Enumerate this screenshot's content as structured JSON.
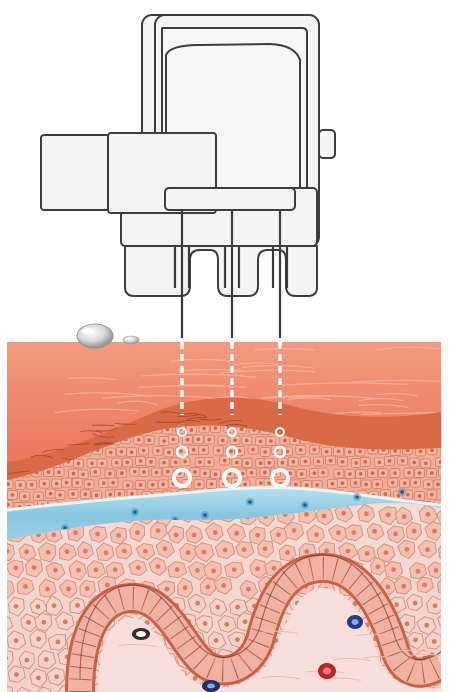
{
  "diagram": {
    "colors": {
      "device_fill": "#f4f4f4",
      "device_stroke": "#3d3d3d",
      "probe_line": "#3a3a3a",
      "skin_surface": "#ee8a6e",
      "skin_surface_dark": "#d9634a",
      "dermis_cell": "#f3b7a3",
      "cell_nucleus": "#d9614b",
      "vessel_blue": "#8fcbe2",
      "vessel_blue_dark": "#3f9bc3",
      "deep_tissue": "#f6d9d4",
      "membrane": "#d36a4f",
      "pulse_ring": "#ffffff"
    },
    "probes": [
      "probe-left",
      "probe-center",
      "probe-right"
    ]
  }
}
